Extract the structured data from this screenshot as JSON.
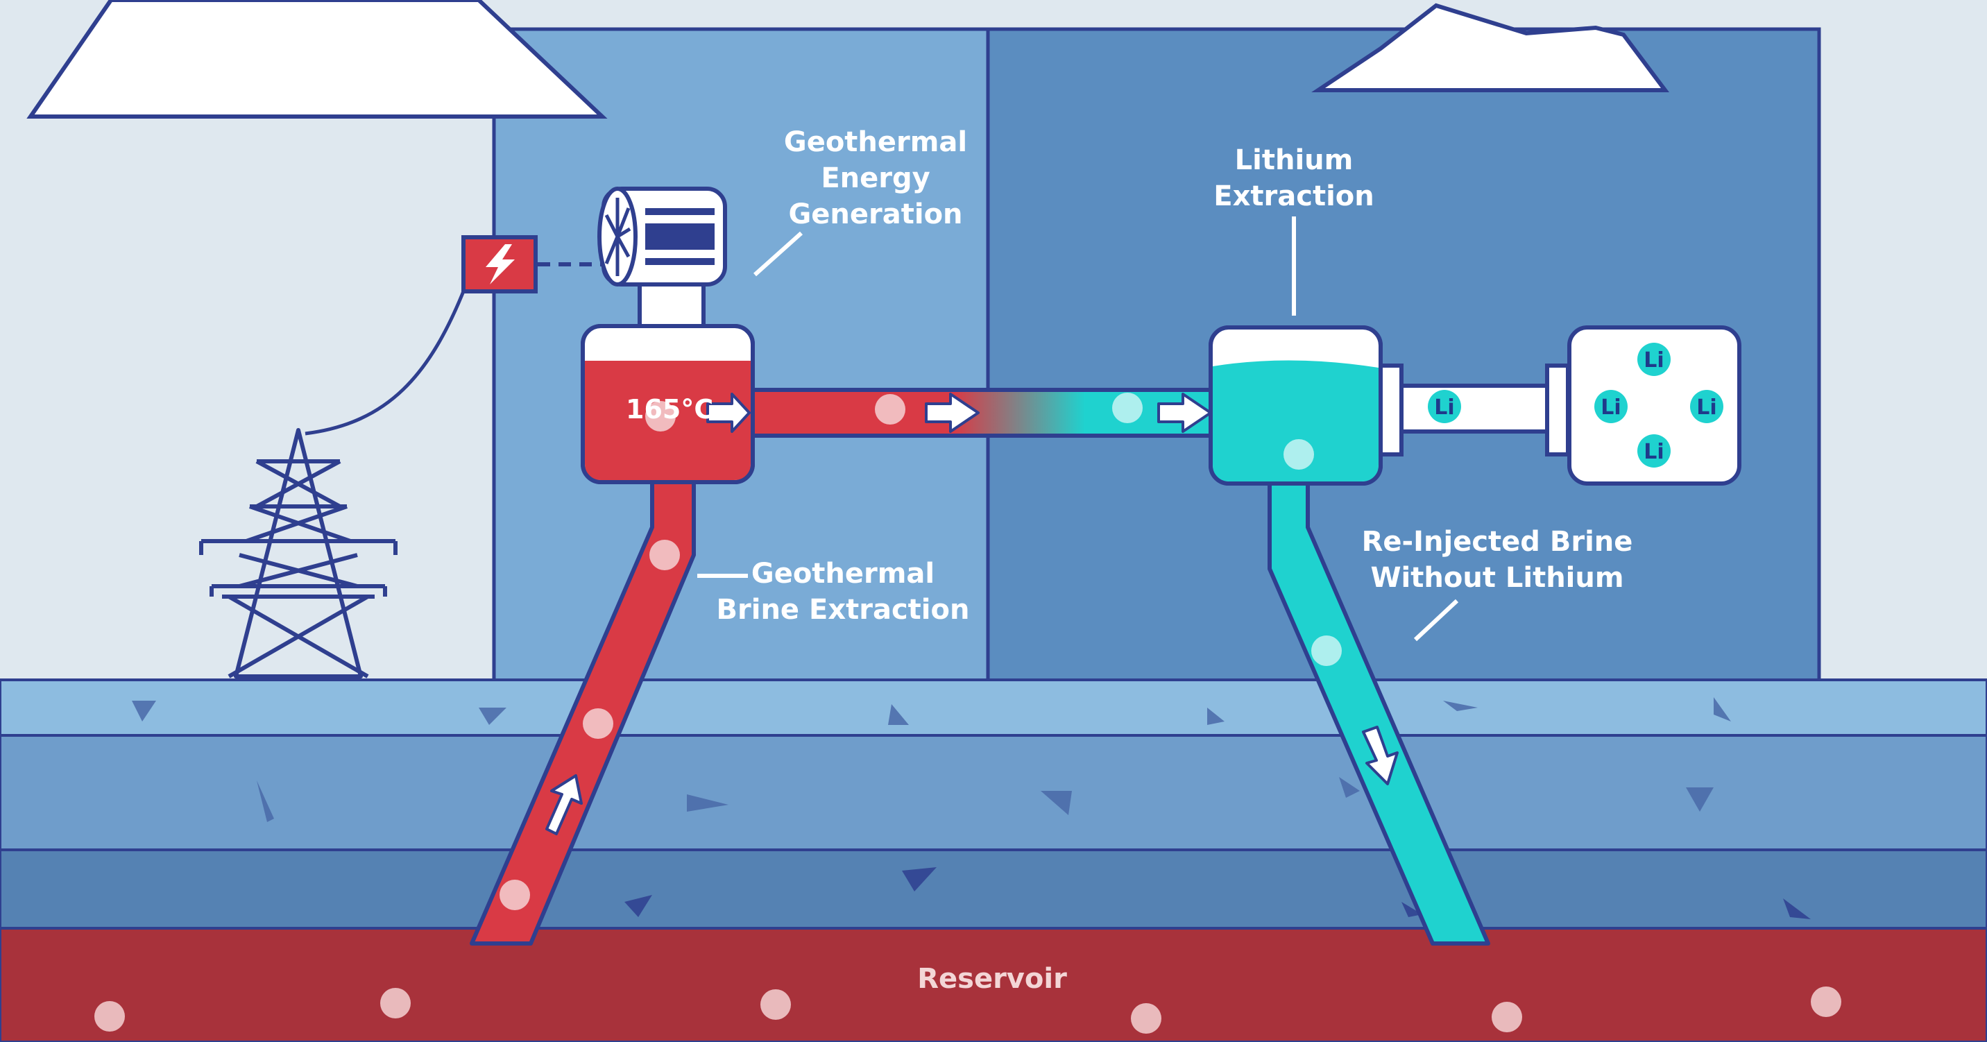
{
  "labels": {
    "geothermal_energy": [
      "Geothermal",
      "Energy",
      "Generation"
    ],
    "lithium_extraction": [
      "Lithium",
      "Extraction"
    ],
    "brine_extraction": [
      "Geothermal",
      "Brine Extraction"
    ],
    "reinjected": [
      "Re-Injected Brine",
      "Without Lithium"
    ],
    "temperature": "165°C",
    "reservoir": "Reservoir",
    "lithium_symbol": "Li"
  },
  "colors": {
    "sky": "#dfe8ef",
    "panel_left": "#7aabd6",
    "panel_right": "#5b8dc0",
    "outline": "#2f3f8f",
    "hot_brine": "#d93a45",
    "cool_brine": "#1fd2cf",
    "reservoir": "#a8323b",
    "layer1": "#8dbce0",
    "layer2": "#6f9dcb",
    "layer3": "#5582b3",
    "layer4": "#46709e"
  },
  "icons": [
    "lightning-icon",
    "turbine-icon",
    "power-tower-icon",
    "arrow-icon"
  ]
}
